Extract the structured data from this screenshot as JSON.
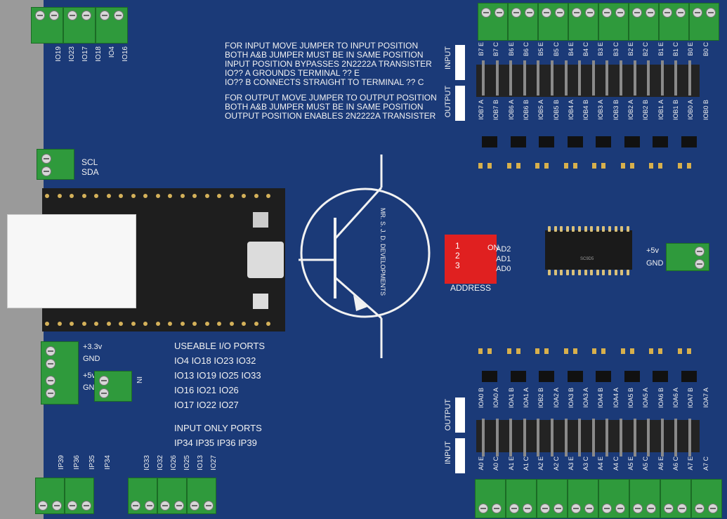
{
  "notes": [
    "FOR INPUT MOVE JUMPER TO INPUT POSITION",
    "BOTH A&B JUMPER MUST BE IN SAME POSITION",
    "INPUT POSITION BYPASSES 2N2222A TRANSISTER",
    "IO?? A GROUNDS TERMINAL ?? E",
    "IO?? B CONNECTS STRAIGHT TO TERMINAL ?? C",
    "FOR OUTPUT MOVE JUMPER TO OUTPUT POSITION",
    "BOTH A&B JUMPER MUST BE IN SAME POSITION",
    "OUTPUT POSITION ENABLES 2N2222A TRANSISTER"
  ],
  "useable": {
    "title": "USEABLE I/O PORTS",
    "rows": [
      "IO4   IO18 IO23 IO32",
      "IO13 IO19 IO25 IO33",
      "IO16 IO21 IO26",
      "IO17 IO22 IO27"
    ],
    "input_title": "INPUT ONLY PORTS",
    "input_row": "IP34 IP35 IP36 IP39"
  },
  "top_left_terminal_labels": [
    "IO19",
    "IO23",
    "IO17",
    "IO18",
    "IO4",
    "IO16"
  ],
  "i2c_labels": [
    "SCL",
    "SDA"
  ],
  "power_left_labels": [
    "+3.3v",
    "GND",
    "+5v",
    "GN",
    "IN"
  ],
  "bottom_left_labels_a": [
    "IP39",
    "IP36",
    "IP35",
    "IP34"
  ],
  "bottom_left_labels_b": [
    "IO33",
    "IO32",
    "IO26",
    "IO25",
    "IO13",
    "IO27"
  ],
  "jumper_top_labels": [
    "INPUT",
    "OUTPUT"
  ],
  "jumper_bottom_labels": [
    "OUTPUT",
    "INPUT"
  ],
  "iob_top_labels": [
    "B7 E",
    "B7 C",
    "B6 E",
    "B6 C",
    "B5 E",
    "B5 C",
    "B4 E",
    "B4 C",
    "B3 E",
    "B3 C",
    "B2 E",
    "B2 C",
    "B1 E",
    "B1 C",
    "B0 E",
    "B0 C"
  ],
  "iob_labels": [
    "IOB7 A",
    "IOB7 B",
    "IOB6 A",
    "IOB6 B",
    "IOB5 A",
    "IOB5 B",
    "IOB4 A",
    "IOB4 B",
    "IOB3 A",
    "IOB3 B",
    "IOB2 A",
    "IOB2 B",
    "IOB1 A",
    "IOB1 B",
    "IOB0 A",
    "IOB0 B"
  ],
  "ioa_labels": [
    "IOA0 B",
    "IOA0 A",
    "IOA1 B",
    "IOA1 A",
    "IOB2 B",
    "IOA2 A",
    "IOA3 B",
    "IOA3 A",
    "IOA4 B",
    "IOA4 A",
    "IOA5 B",
    "IOA5 A",
    "IOA6 B",
    "IOA6 A",
    "IOA7 B",
    "IOA7 A"
  ],
  "ioa_bottom_labels": [
    "A0 E",
    "A0 C",
    "A1 E",
    "A1 C",
    "A2 E",
    "A2 C",
    "A3 E",
    "A3 C",
    "A4 E",
    "A4 C",
    "A5 E",
    "A5 C",
    "A6 E",
    "A6 C",
    "A7 E",
    "A7 C"
  ],
  "dip": {
    "numbers": [
      "1",
      "2",
      "3"
    ],
    "on": "ON",
    "labels": [
      "AD2",
      "AD1",
      "AD0"
    ],
    "address": "ADDRESS"
  },
  "power_right_labels": [
    "+5v",
    "GND"
  ],
  "maker": "MR. S. J. D. DEVELOPMENTS",
  "ic_marking": "SC9D5",
  "colors": {
    "board": "#1b3a78",
    "silk": "#f2f2f2",
    "terminal": "#2f9a3c",
    "dip": "#e02020"
  }
}
